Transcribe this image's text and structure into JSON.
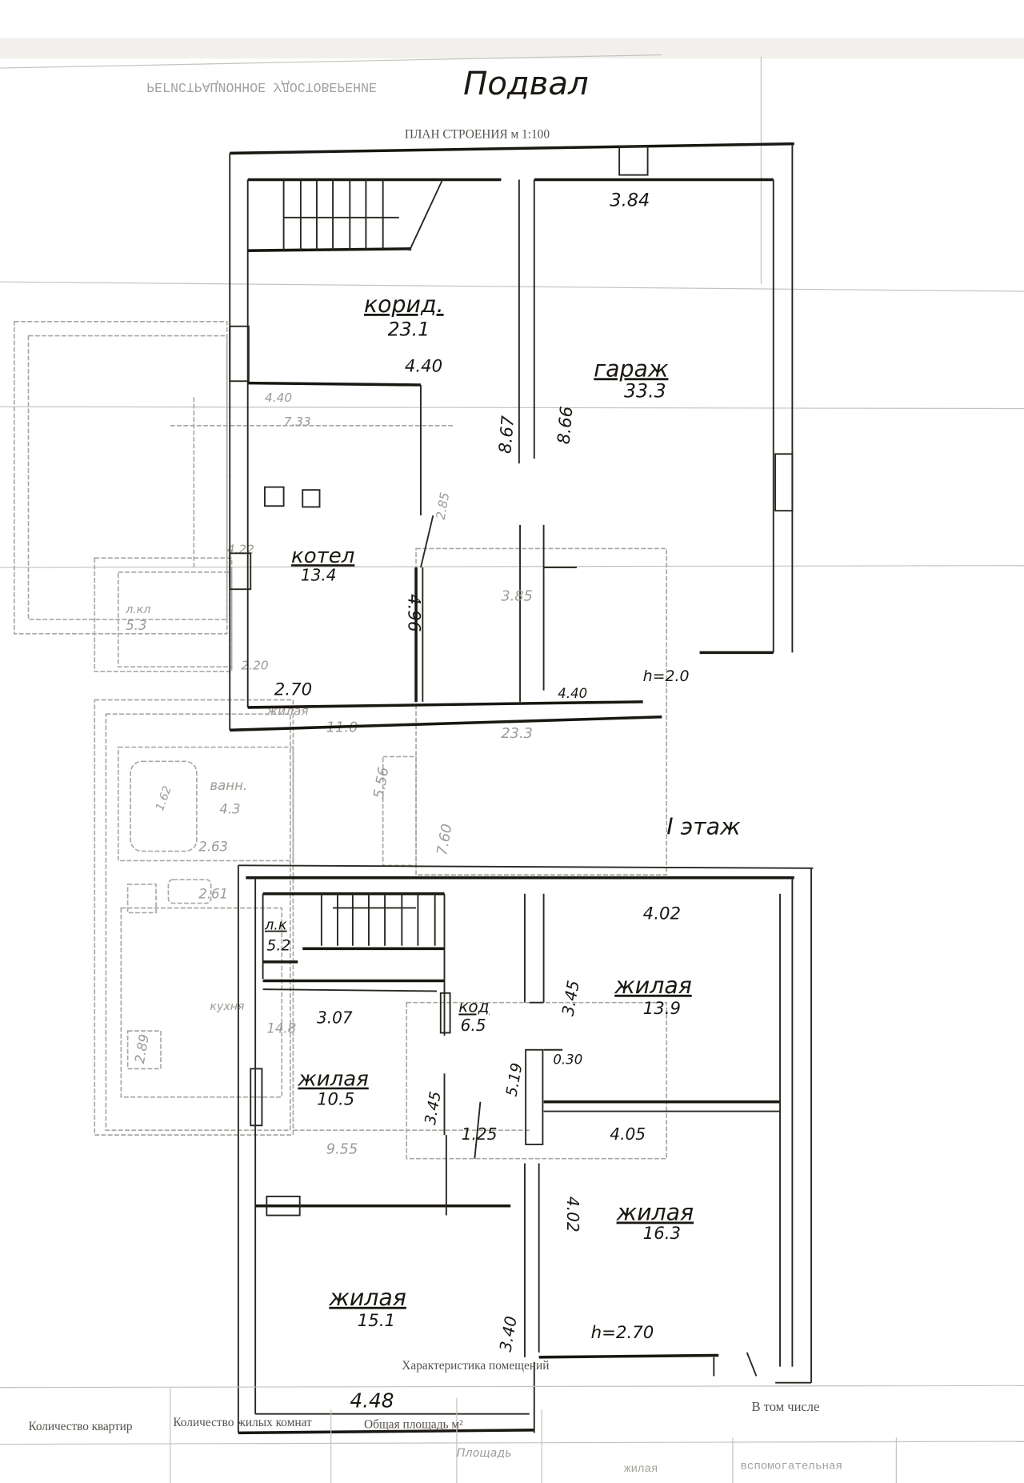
{
  "header": {
    "title": "Подвал",
    "subtitle": "ПЛАН СТРОЕНИЯ м 1:100",
    "faded_heading": "РЕГИСТРАЦИОННОЕ УДОСТОВЕРЕНИЕ"
  },
  "basement": {
    "rooms": [
      {
        "name": "корид.",
        "area": "23.1"
      },
      {
        "name": "гараж",
        "area": "33.3"
      },
      {
        "name": "котел",
        "area": "13.4"
      }
    ],
    "dimensions": [
      "3.84",
      "4.40",
      "8.67",
      "8.66",
      "4.96",
      "2.70",
      "3.85",
      "h=2.0",
      "2.85",
      "4.40"
    ]
  },
  "floor1": {
    "label": "I этаж",
    "rooms": [
      {
        "name": "л.к",
        "area": "5.2"
      },
      {
        "name": "жилая",
        "area": "13.9"
      },
      {
        "name": "код",
        "area": "6.5"
      },
      {
        "name": "жилая",
        "area": "10.5"
      },
      {
        "name": "жилая",
        "area": "16.3"
      },
      {
        "name": "жилая",
        "area": "15.1"
      }
    ],
    "dimensions": [
      "4.02",
      "3.45",
      "3.07",
      "0.30",
      "5.19",
      "3.45",
      "1.25",
      "4.05",
      "4.02",
      "h=2.70",
      "3.40",
      "4.48"
    ]
  },
  "faded_overlay": {
    "labels": [
      "л.кл",
      "5.3",
      "ванн.",
      "4.3",
      "2.63",
      "1.62",
      "2.61",
      "2.89",
      "9.55",
      "5.56",
      "7.60",
      "11.0",
      "кухня",
      "14.8",
      "жилая",
      "23.3",
      "4.22",
      "4.40",
      "7.33",
      "2.20"
    ]
  },
  "table": {
    "caption": "Характеристика помещений",
    "headers": [
      "Количество квартир",
      "Количество жилых комнат",
      "Общая площадь м²",
      "Площадь",
      "В том числе",
      "жилая",
      "вспомогательная"
    ]
  }
}
